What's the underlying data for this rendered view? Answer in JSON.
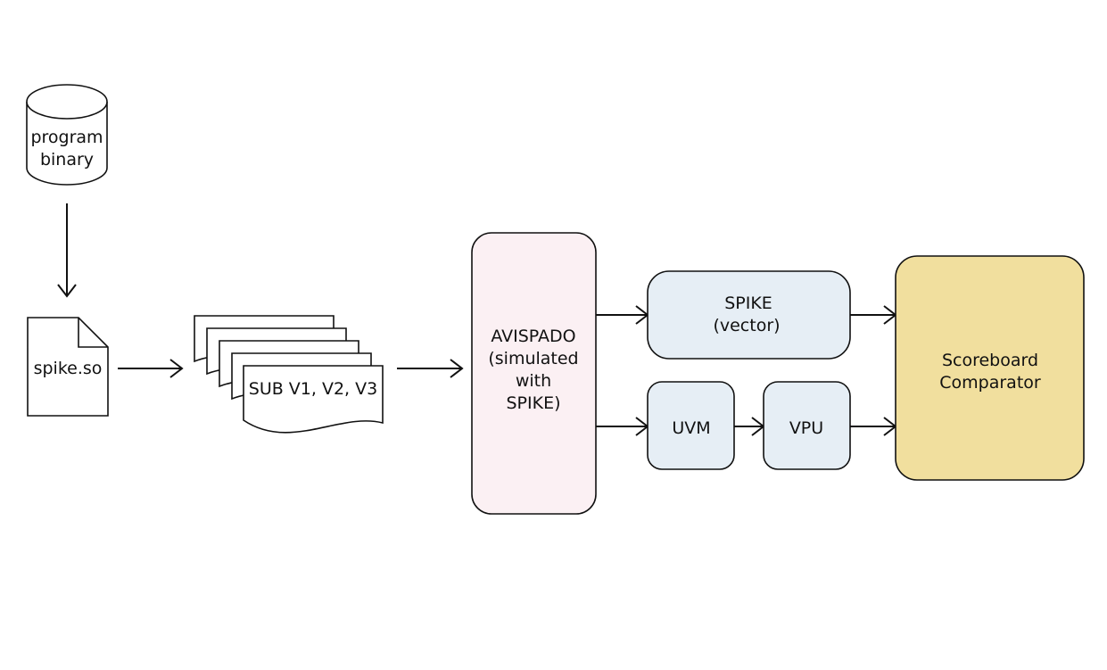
{
  "nodes": {
    "program_binary": {
      "line1": "program",
      "line2": "binary"
    },
    "spike_so": {
      "label": "spike.so"
    },
    "sub_docs": {
      "label": "SUB V1, V2, V3"
    },
    "avispado": {
      "line1": "AVISPADO",
      "line2": "(simulated",
      "line3": "with",
      "line4": "SPIKE)"
    },
    "spike_vector": {
      "line1": "SPIKE",
      "line2": "(vector)"
    },
    "uvm": {
      "label": "UVM"
    },
    "vpu": {
      "label": "VPU"
    },
    "scoreboard": {
      "line1": "Scoreboard",
      "line2": "Comparator"
    }
  },
  "colors": {
    "avispado_fill": "#fbf0f3",
    "blue_box_fill": "#e6eef5",
    "scoreboard_fill": "#f1df9e",
    "stroke": "#111111"
  }
}
